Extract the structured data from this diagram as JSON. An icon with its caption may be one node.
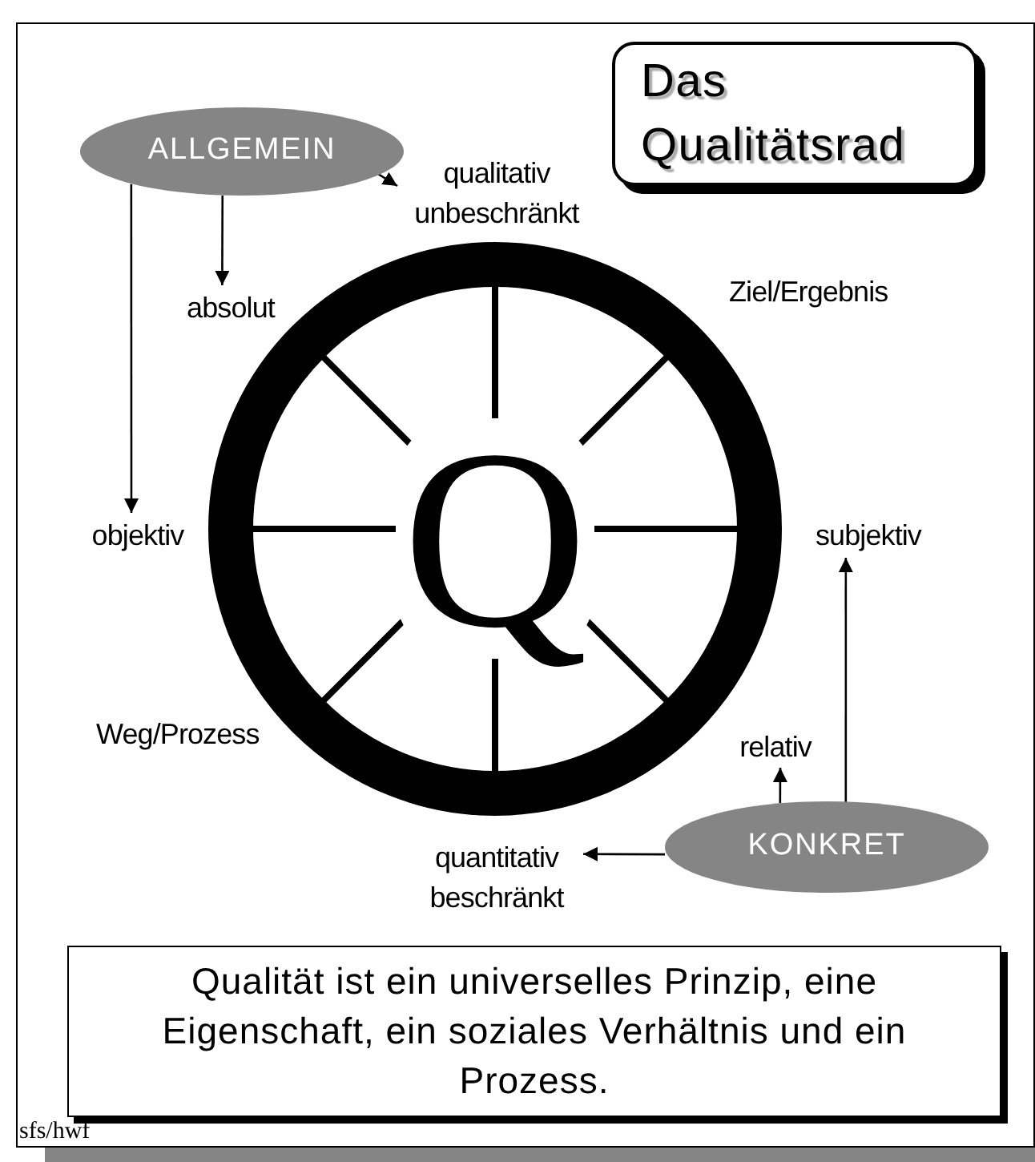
{
  "diagram": {
    "nodes": [
      {
        "text": [
          "Das Qualitätsrad"
        ]
      },
      {
        "text": [
          "ALLGEMEIN"
        ]
      },
      {
        "text": [
          "qualitativ unbeschränkt"
        ]
      },
      {
        "text": [
          "absolut"
        ]
      },
      {
        "text": [
          "Q"
        ]
      },
      {
        "text": [
          "objektiv"
        ]
      },
      {
        "text": [
          "subjektiv"
        ]
      },
      {
        "text": [
          "relativ"
        ]
      },
      {
        "text": [
          "KONKRET"
        ]
      },
      {
        "text": [
          "quantitativ beschränkt"
        ]
      },
      {
        "text": [
          "Qualität ist ein universelles Prinzip, eine Eigenschaft, ein soziales Verhältnis und ein Prozess."
        ]
      }
    ],
    "edges": [
      {
        "from": 1,
        "to": 2,
        "arrow": "to"
      },
      {
        "from": 1,
        "to": 3,
        "arrow": "to"
      },
      {
        "from": 1,
        "to": 5,
        "arrow": "to"
      },
      {
        "from": 8,
        "to": 7,
        "arrow": "to"
      },
      {
        "from": 8,
        "to": 6,
        "arrow": "to"
      },
      {
        "from": 8,
        "to": 9,
        "arrow": "to"
      }
    ],
    "labels": [
      "Ziel/Ergebnis",
      "Weg/Prozess",
      "sfs/hwf"
    ]
  }
}
